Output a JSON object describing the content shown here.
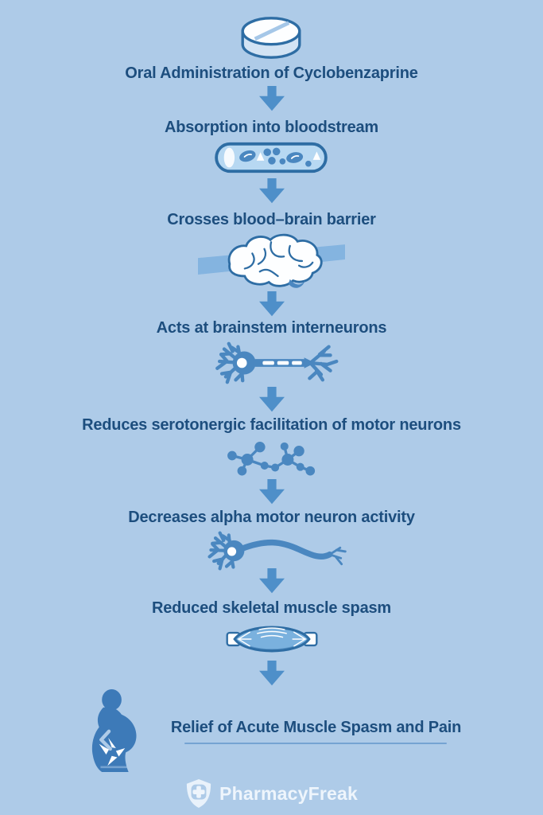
{
  "palette": {
    "bg": "#aecbe8",
    "ink": "#1d4e7e",
    "arrow": "#4e8fc9",
    "stroke": "#2e6da4",
    "mid": "#4a87c0",
    "light": "#b7d8f2",
    "white": "#fdfeff",
    "person": "#3d7ab8",
    "footerink": "#eef5fc"
  },
  "steps": [
    {
      "label": "Oral Administration of Cyclobenzaprine",
      "icon": "pill-icon"
    },
    {
      "label": "Absorption into bloodstream",
      "icon": "blood-vessel-icon"
    },
    {
      "label": "Crosses blood–brain barrier",
      "icon": "brain-icon"
    },
    {
      "label": "Acts at brainstem interneurons",
      "icon": "interneuron-icon"
    },
    {
      "label": "Reduces serotonergic facilitation of motor neurons",
      "icon": "molecule-icon"
    },
    {
      "label": "Decreases alpha motor neuron activity",
      "icon": "motor-neuron-icon"
    },
    {
      "label": "Reduced skeletal muscle spasm",
      "icon": "muscle-icon"
    },
    {
      "label": "Relief of Acute Muscle Spasm and Pain",
      "icon": "back-pain-person-icon"
    }
  ],
  "footer": {
    "brand": "PharmacyFreak",
    "logo": "shield-cross-icon"
  }
}
